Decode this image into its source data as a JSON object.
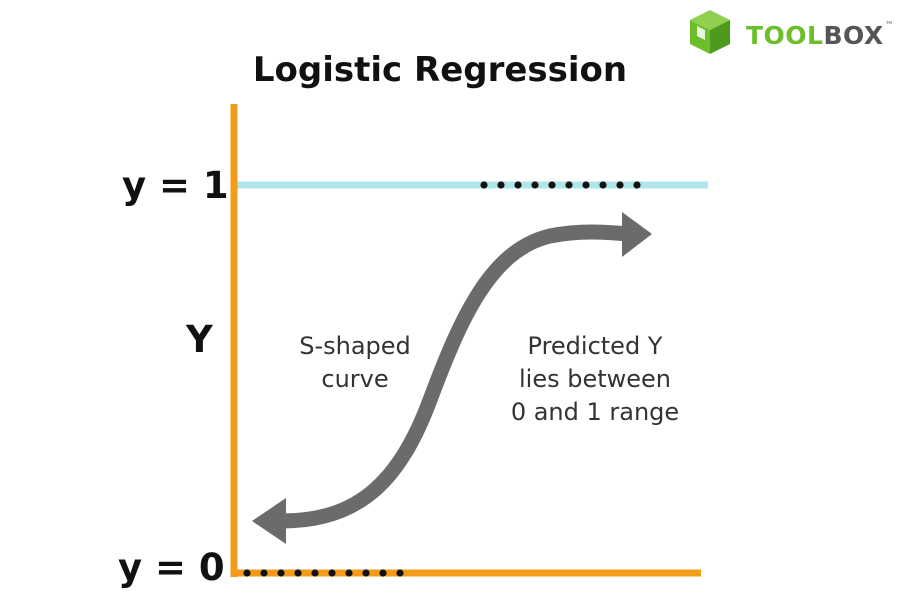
{
  "title": "Logistic Regression",
  "logo": {
    "part1": "TOOL",
    "part2": "BOX",
    "trademark": "™",
    "icon": "cube-icon",
    "colors": {
      "cube": "#6cbf2a",
      "tool": "#6cbf2a",
      "box": "#555555"
    }
  },
  "axis": {
    "y_label": "Y",
    "upper_label": "y = 1",
    "lower_label": "y = 0"
  },
  "annotations": {
    "left_lines": [
      "S-shaped",
      "curve"
    ],
    "right_lines": [
      "Predicted Y",
      "lies between",
      "0 and 1 range"
    ]
  },
  "colors": {
    "axis": "#f39c1a",
    "upper_line": "#aee6ec",
    "curve": "#6b6b6b",
    "dots": "#111111"
  }
}
